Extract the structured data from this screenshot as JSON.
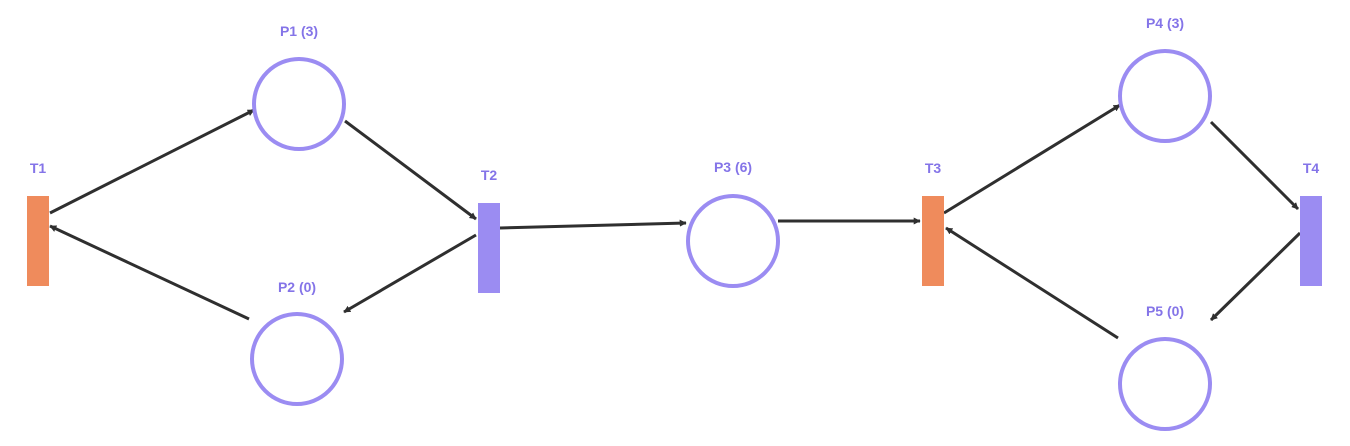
{
  "colors": {
    "place_stroke": "#9b8cf2",
    "label": "#8474e8",
    "transition_enabled": "#ef8b5c",
    "transition_disabled": "#9b8cf2",
    "arc": "#2f2f2f"
  },
  "places": [
    {
      "id": "P1",
      "label": "P1 (3)",
      "tokens": 3
    },
    {
      "id": "P2",
      "label": "P2 (0)",
      "tokens": 0
    },
    {
      "id": "P3",
      "label": "P3 (6)",
      "tokens": 6
    },
    {
      "id": "P4",
      "label": "P4 (3)",
      "tokens": 3
    },
    {
      "id": "P5",
      "label": "P5 (0)",
      "tokens": 0
    }
  ],
  "transitions": [
    {
      "id": "T1",
      "label": "T1",
      "enabled": true
    },
    {
      "id": "T2",
      "label": "T2",
      "enabled": false
    },
    {
      "id": "T3",
      "label": "T3",
      "enabled": true
    },
    {
      "id": "T4",
      "label": "T4",
      "enabled": false
    }
  ],
  "arcs": [
    {
      "from": "T1",
      "to": "P1"
    },
    {
      "from": "P1",
      "to": "T2"
    },
    {
      "from": "T2",
      "to": "P2"
    },
    {
      "from": "P2",
      "to": "T1"
    },
    {
      "from": "T2",
      "to": "P3"
    },
    {
      "from": "P3",
      "to": "T3"
    },
    {
      "from": "T3",
      "to": "P4"
    },
    {
      "from": "P4",
      "to": "T4"
    },
    {
      "from": "T4",
      "to": "P5"
    },
    {
      "from": "P5",
      "to": "T3"
    }
  ]
}
